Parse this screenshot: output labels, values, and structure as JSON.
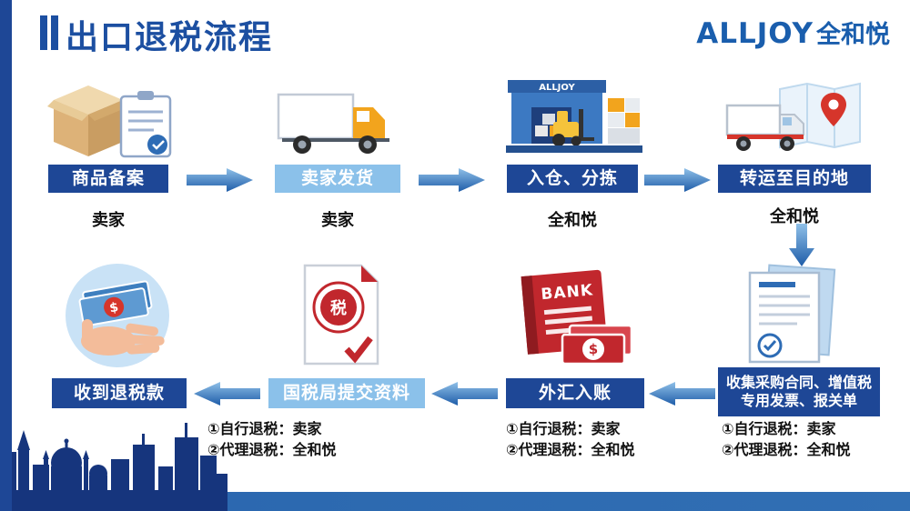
{
  "header": {
    "title": "出口退税流程",
    "brand": "ALLJOY",
    "brand_cn": "全和悦"
  },
  "row1": [
    {
      "label": "商品备案",
      "actor": "卖家"
    },
    {
      "label": "卖家发货",
      "actor": "卖家"
    },
    {
      "label": "入仓、分拣",
      "actor": "全和悦"
    },
    {
      "label": "转运至目的地",
      "actor": "全和悦"
    }
  ],
  "row2": [
    {
      "label": "收到退税款"
    },
    {
      "label": "国税局提交资料",
      "note1": "①自行退税：卖家",
      "note2": "②代理退税：全和悦"
    },
    {
      "label": "外汇入账",
      "note1": "①自行退税：卖家",
      "note2": "②代理退税：全和悦"
    },
    {
      "label": "收集采购合同、增值税专用发票、报关单",
      "note1": "①自行退税：卖家",
      "note2": "②代理退税：全和悦"
    }
  ],
  "icon_text": {
    "warehouse_brand": "ALLJOY",
    "bank": "BANK",
    "tax_seal": "税",
    "dollar": "$"
  },
  "colors": {
    "dark_blue": "#1E4796",
    "light_blue": "#8BC1EA",
    "title_blue": "#1C4FA1",
    "logo_blue": "#1A5EAD",
    "arrow_top": "#8FC0E8",
    "arrow_bottom": "#1E5CA8",
    "red": "#C1272D",
    "skyline": "#16357D",
    "bottom_bar": "#316FB4"
  }
}
